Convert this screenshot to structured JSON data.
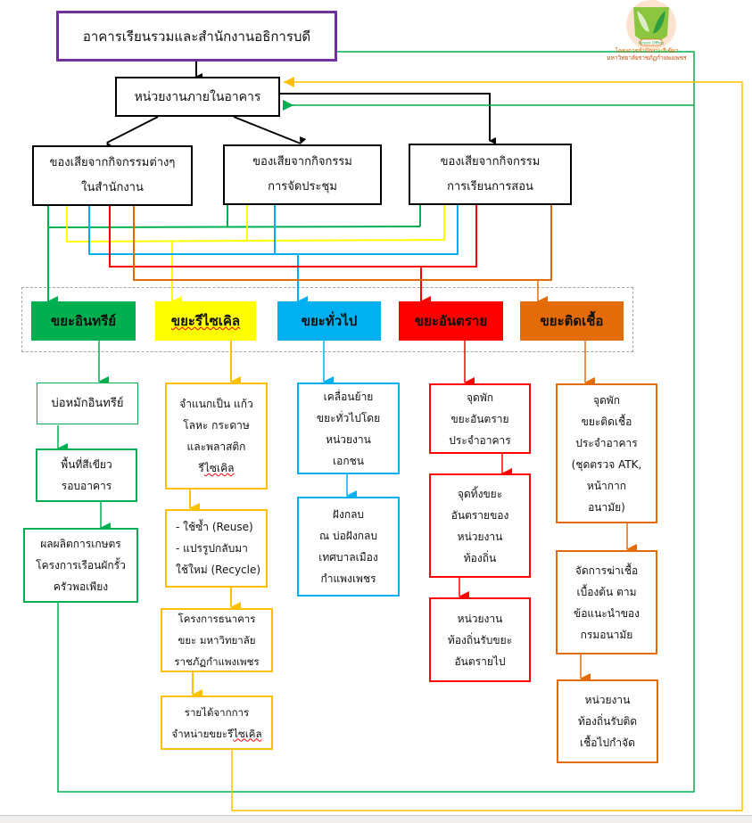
{
  "diagram": {
    "top": {
      "label": "อาคารเรียนรวมและสำนักงานอธิการบดี"
    },
    "unit": {
      "label": "หน่วยงานภายในอาคาร"
    },
    "sources": [
      {
        "label": "ของเสียจากกิจกรรมต่างๆ\nในสำนักงาน"
      },
      {
        "label": "ของเสียจากกิจกรรม\nการจัดประชุม"
      },
      {
        "label": "ของเสียจากกิจกรรม\nการเรียนการสอน"
      }
    ],
    "categories": [
      {
        "label": "ขยะอินทรีย์",
        "color": "#00B050"
      },
      {
        "label": "ขยะรีไซเคิล",
        "color": "#FFFF00"
      },
      {
        "label": "ขยะทั่วไป",
        "color": "#00B0F0"
      },
      {
        "label": "ขยะอันตราย",
        "color": "#FF0000"
      },
      {
        "label": "ขยะติดเชื้อ",
        "color": "#E36C09"
      }
    ],
    "organic_flow": [
      "บ่อหมักอินทรีย์",
      "พื้นที่สีเขียว\nรอบอาคาร",
      "ผลผลิตการเกษตร\nโครงการเรือนผักรั้ว\nครัวพอเพียง"
    ],
    "recycle_flow": [
      "จำแนกเป็น  แก้ว\nโลหะ กระดาษ\nและพลาสติก\nรีไซเคิล",
      "- ใช้ซ้ำ (Reuse)\n- แปรรูปกลับมา\nใช้ใหม่ (Recycle)",
      "โครงการธนาคาร\nขยะ มหาวิทยาลัย\nราชภัฏกำแพงเพชร",
      "รายได้จากการ\nจำหน่ายขยะรีไซเคิล"
    ],
    "general_flow": [
      "เคลื่อนย้าย\nขยะทั่วไปโดย\nหน่วยงาน\nเอกชน",
      "ฝังกลบ\nณ บ่อฝังกลบ\nเทศบาลเมือง\nกำแพงเพชร"
    ],
    "hazard_flow": [
      "จุดพัก\nขยะอันตราย\nประจำอาคาร",
      "จุดทิ้งขยะ\nอันตรายของ\nหน่วยงาน\nท้องถิ่น",
      "หน่วยงาน\nท้องถิ่นรับขยะ\nอันตรายไป"
    ],
    "infectious_flow": [
      "จุดพัก\nขยะติดเชื้อ\nประจำอาคาร\n(ชุดตรวจ ATK,\nหน้ากาก\nอนามัย)",
      "จัดการฆ่าเชื้อ\nเบื้องต้น ตาม\nข้อแนะนำของ\nกรมอนามัย",
      "หน่วยงาน\nท้องถิ่นรับติด\nเชื้อไปกำจัด"
    ]
  },
  "logo": {
    "badge_text": "Green Office",
    "line1": "โครงการสำนักงานสีเขียว",
    "line2": "มหาวิทยาลัยราชภัฏกำแพงเพชร"
  },
  "colors": {
    "organic": "#00B050",
    "recycle_line": "#FFFF00",
    "recycle_box": "#FFC000",
    "general": "#00B0F0",
    "hazard": "#FF0000",
    "infectious": "#E36C09",
    "top_border": "#7030A0"
  }
}
